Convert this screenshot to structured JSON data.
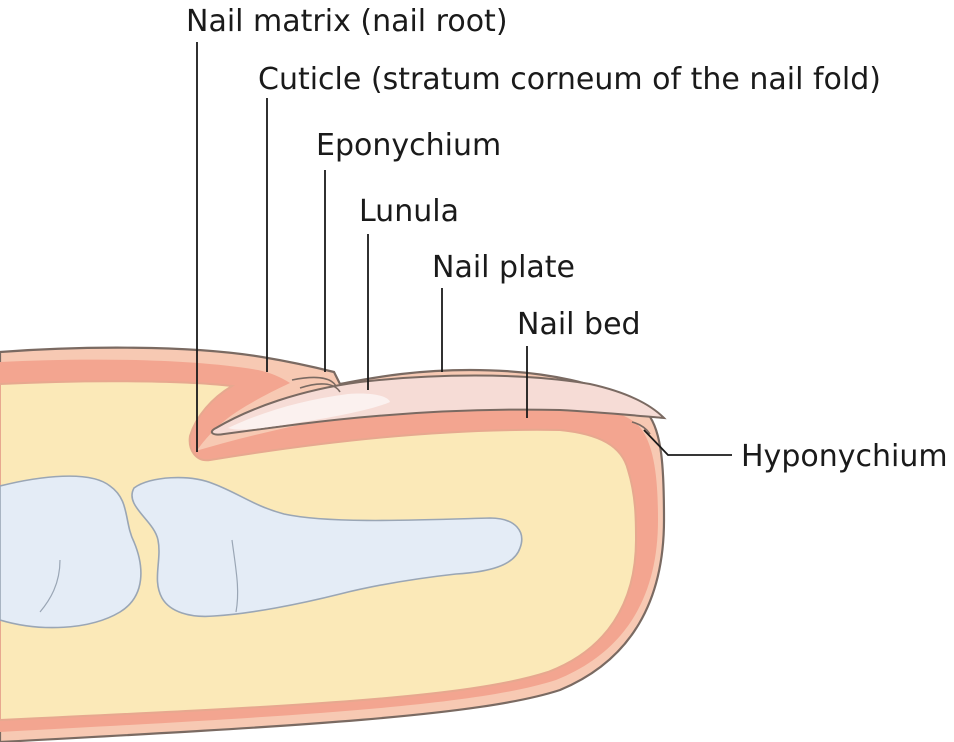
{
  "diagram": {
    "labels": {
      "nail_matrix": "Nail matrix (nail root)",
      "cuticle": "Cuticle (stratum corneum of the nail fold)",
      "eponychium": "Eponychium",
      "lunula": "Lunula",
      "nail_plate": "Nail plate",
      "nail_bed": "Nail bed",
      "hyponychium": "Hyponychium"
    },
    "colors": {
      "skin_outer": "#f7c9b3",
      "dermis": "#f3a590",
      "subcutis": "#fbe9b8",
      "bone": "#e4ecf6",
      "bone_outline": "#9aa6b5",
      "nail_plate": "#f6dcd6",
      "lunula": "#fbf1ef",
      "outline": "#7a6a62",
      "leader": "#1a1a1a"
    }
  }
}
